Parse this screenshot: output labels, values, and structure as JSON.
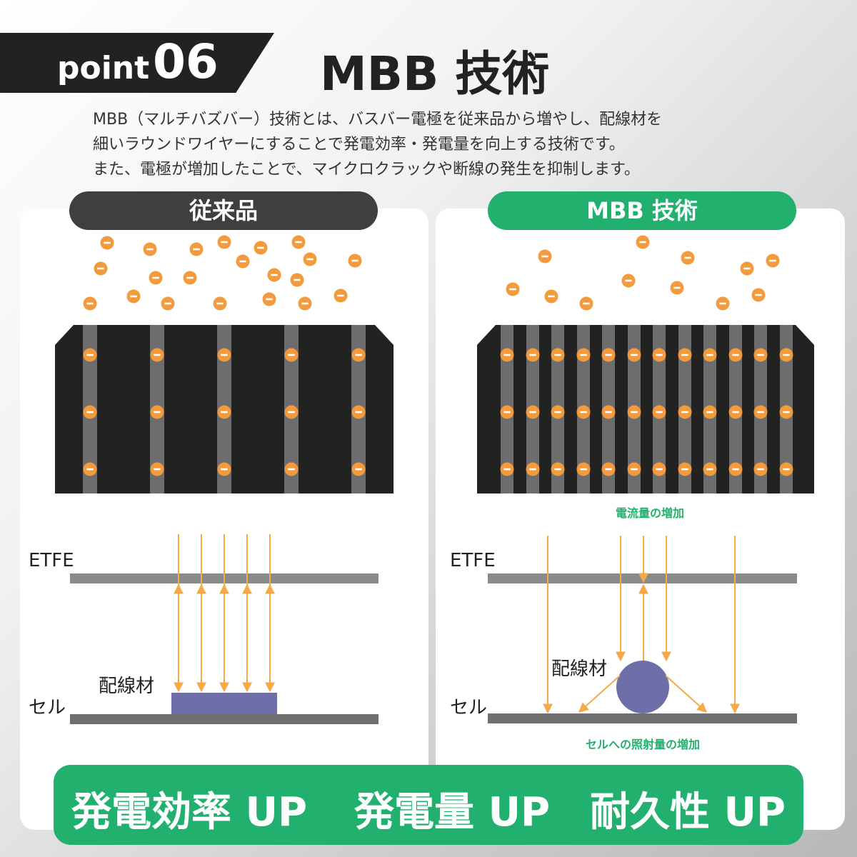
{
  "header": {
    "point_word": "point",
    "point_number": "06",
    "title": "MBB 技術"
  },
  "description": [
    "MBB（マルチバズバー）技術とは、バスバー電極を従来品から増やし、配線材を",
    "細いラウンドワイヤーにすることで発電効率・発電量を向上する技術です。",
    "また、電極が増加したことで、マイクロクラックや断線の発生を抑制します。"
  ],
  "panels": {
    "left": {
      "label": "従来品",
      "etfe_label": "ETFE",
      "wire_label": "配線材",
      "cell_label": "セル"
    },
    "right": {
      "label": "MBB 技術",
      "etfe_label": "ETFE",
      "wire_label": "配線材",
      "cell_label": "セル",
      "note_current": "電流量の増加",
      "note_irradiation": "セルへの照射量の増加"
    }
  },
  "results": [
    "発電効率 UP",
    "発電量 UP",
    "耐久性 UP"
  ],
  "colors": {
    "accent_green": "#21b06d",
    "dark": "#222222",
    "electron_orange": "#f39a3c",
    "arrow_orange": "#f5a947",
    "wire_purple": "#6e6fa8",
    "busbar_gray": "#6d6d6d"
  },
  "electron_symbol": "−"
}
